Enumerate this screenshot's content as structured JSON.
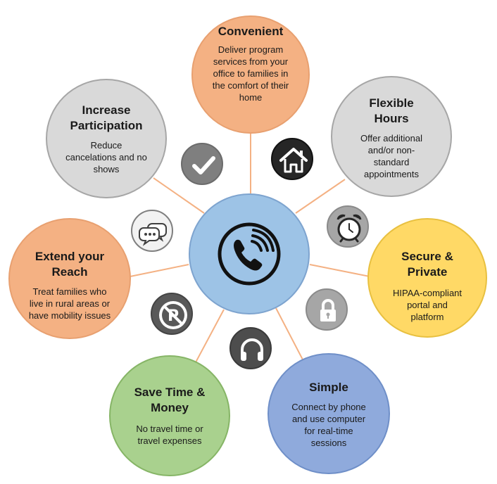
{
  "center": {
    "icon": "phone-icon",
    "color": "#9dc3e6"
  },
  "nodes": [
    {
      "id": "convenient",
      "title": "Convenient",
      "body": "Deliver program services from your office to families in the comfort of their home",
      "color": "#f4b183"
    },
    {
      "id": "flexible",
      "title": "Flexible Hours",
      "body": "Offer additional and/or non-standard appointments",
      "color": "#d9d9d9"
    },
    {
      "id": "secure",
      "title": "Secure & Private",
      "body": "HIPAA-compliant portal and platform",
      "color": "#ffd966"
    },
    {
      "id": "simple",
      "title": "Simple",
      "body": "Connect by phone and use computer for real-time sessions",
      "color": "#8faadc"
    },
    {
      "id": "save",
      "title": "Save Time & Money",
      "body": "No travel time or travel expenses",
      "color": "#a9d18e"
    },
    {
      "id": "reach",
      "title": "Extend your Reach",
      "body": "Treat families who live in rural areas or have mobility issues",
      "color": "#f4b183"
    },
    {
      "id": "participation",
      "title": "Increase Participation",
      "body": "Reduce cancelations and no shows",
      "color": "#d9d9d9"
    }
  ],
  "icons": [
    {
      "id": "check",
      "name": "checkmark-icon"
    },
    {
      "id": "home",
      "name": "home-icon"
    },
    {
      "id": "clock",
      "name": "alarm-clock-icon"
    },
    {
      "id": "lock",
      "name": "lock-icon"
    },
    {
      "id": "headphones",
      "name": "headphones-icon"
    },
    {
      "id": "parking",
      "name": "no-parking-icon"
    },
    {
      "id": "chat",
      "name": "chat-bubbles-icon"
    }
  ],
  "connector_color": "#f4b183"
}
